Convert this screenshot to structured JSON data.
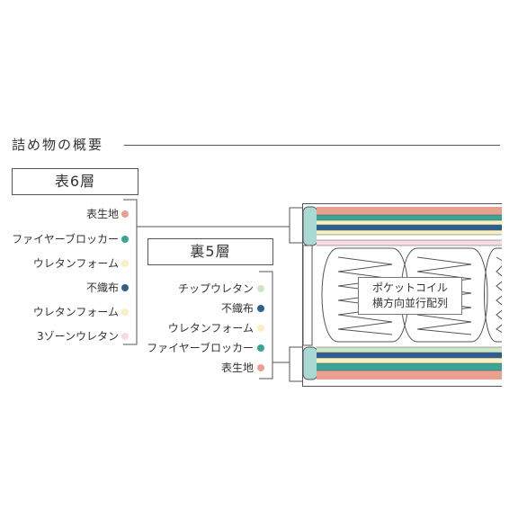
{
  "heading": "詰め物の概要",
  "top_layer": {
    "title": "表6層",
    "items": [
      {
        "label": "表生地",
        "color": "#e9a08f"
      },
      {
        "label": "ファイヤーブロッカー",
        "color": "#3aa596"
      },
      {
        "label": "ウレタンフォーム",
        "color": "#f6f1c2"
      },
      {
        "label": "不織布",
        "color": "#2f6190"
      },
      {
        "label": "ウレタンフォーム",
        "color": "#f6f1c2"
      },
      {
        "label": "3ゾーンウレタン",
        "color": "#f6dbe2"
      }
    ]
  },
  "bottom_layer": {
    "title": "裏5層",
    "items": [
      {
        "label": "チップウレタン",
        "color": "#cfe6c9"
      },
      {
        "label": "不織布",
        "color": "#2f6190"
      },
      {
        "label": "ウレタンフォーム",
        "color": "#f6f1c2"
      },
      {
        "label": "ファイヤーブロッカー",
        "color": "#3aa596"
      },
      {
        "label": "表生地",
        "color": "#e9a08f"
      }
    ]
  },
  "coil_caption": {
    "line1": "ポケットコイル",
    "line2": "横方向並行配列"
  }
}
